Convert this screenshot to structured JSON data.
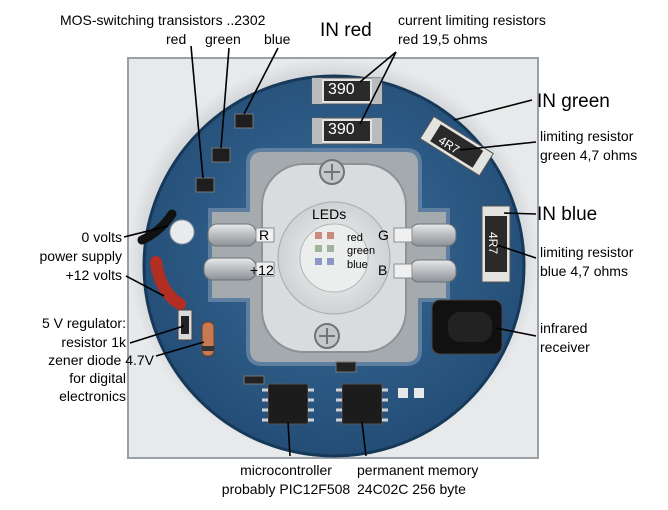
{
  "annotations": {
    "mos_title": "MOS-switching transistors ..2302",
    "mos_red": "red",
    "mos_green": "green",
    "mos_blue": "blue",
    "in_red": "IN red",
    "current_limiting_line1": "current limiting resistors",
    "current_limiting_line2": "red 19,5 ohms",
    "in_green": "IN green",
    "limiting_green_line1": "limiting resistor",
    "limiting_green_line2": "green 4,7 ohms",
    "in_blue": "IN blue",
    "limiting_blue_line1": "limiting resistor",
    "limiting_blue_line2": "blue 4,7 ohms",
    "zero_volts": "0 volts",
    "power_supply": "power supply",
    "twelve_volts": "+12 volts",
    "regulator_line1": "5 V regulator:",
    "regulator_line2": "resistor 1k",
    "regulator_line3": "zener diode 4.7V",
    "regulator_line4": "for digital",
    "regulator_line5": "electronics",
    "infrared_line1": "infrared",
    "infrared_line2": "receiver",
    "micro_line1": "microcontroller",
    "micro_line2": "probably PIC12F508",
    "memory_line1": "permanent memory",
    "memory_line2": "24C02C 256 byte",
    "led_title": "LEDs",
    "led_red": "red",
    "led_green": "green",
    "led_blue": "blue",
    "pad_r": "R",
    "pad_g": "G",
    "pad_b": "B",
    "pad_plus12": "+12"
  },
  "component_markings": {
    "res_red_top": "390",
    "res_red_bottom": "390",
    "res_green": "4R7",
    "res_blue": "4R7"
  },
  "colors": {
    "pcb": "#2d5d8a",
    "pcb_dark": "#1f466c",
    "metal_ring": "#c9cccf",
    "solder": "#b8bcc0",
    "led_board": "#e8e9ea"
  }
}
